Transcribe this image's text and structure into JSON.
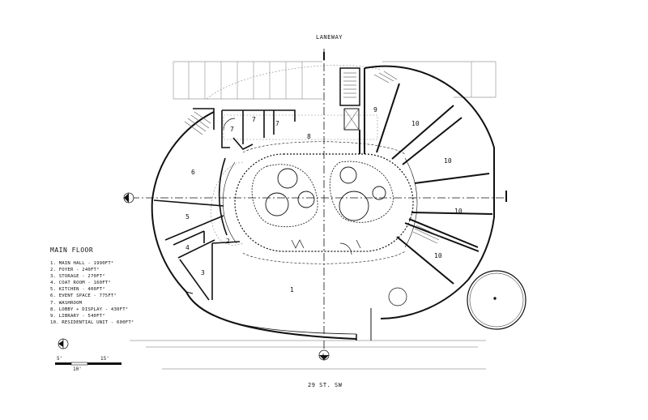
{
  "streets": {
    "top": "LANEWAY",
    "bottom": "29 ST. SW"
  },
  "legend": {
    "title": "MAIN FLOOR",
    "items": [
      "1. MAIN HALL - 1990FT²",
      "2. FOYER - 240FT²",
      "3. STORAGE - 270FT²",
      "4. COAT ROOM - 160FT²",
      "5. KITCHEN - 400FT²",
      "6. EVENT SPACE - 775FT²",
      "7. WASHROOM",
      "8. LOBBY + DISPLAY - 430FT²",
      "9. LIBRARY - 540FT²",
      "10. RESIDENTIAL UNIT - 600FT²"
    ]
  },
  "room_numbers": {
    "main_hall": "1",
    "foyer": "2",
    "storage": "3",
    "coat_room": "4",
    "kitchen": "5",
    "event_space": "6",
    "washroom": "7",
    "lobby": "8",
    "library": "9",
    "residential": "10"
  },
  "section_marker": "A",
  "scale": {
    "left": "5'",
    "middle": "10'",
    "right": "15'"
  },
  "colors": {
    "line": "#111111",
    "hatch": "#999999",
    "background": "#ffffff"
  }
}
